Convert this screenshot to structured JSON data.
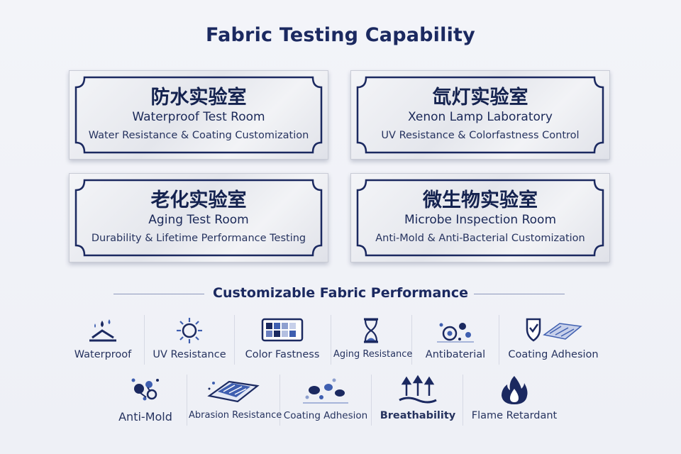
{
  "title": "Fabric Testing Capability",
  "labs": [
    {
      "cn": "防水实验室",
      "en": "Waterproof Test Room",
      "desc": "Water Resistance & Coating Customization"
    },
    {
      "cn": "氙灯实验室",
      "en": "Xenon Lamp Laboratory",
      "desc": "UV Resistance & Colorfastness Control"
    },
    {
      "cn": "老化实验室",
      "en": "Aging Test Room",
      "desc": "Durability & Lifetime Performance Testing"
    },
    {
      "cn": "微生物实验室",
      "en": "Microbe Inspection Room",
      "desc": "Anti-Mold & Anti-Bacterial Customization"
    }
  ],
  "section_title": "Customizable Fabric Performance",
  "features_row1": [
    {
      "label": "Waterproof",
      "icon": "water-splash-icon"
    },
    {
      "label": "UV Resistance",
      "icon": "sun-icon"
    },
    {
      "label": "Color Fastness",
      "icon": "color-swatch-icon"
    },
    {
      "label": "Aging Resistance",
      "icon": "hourglass-icon"
    },
    {
      "label": "Antibaterial",
      "icon": "bacteria-icon"
    },
    {
      "label": "Coating Adhesion",
      "icon": "shield-fabric-icon"
    }
  ],
  "features_row2": [
    {
      "label": "Anti-Mold",
      "icon": "mold-spores-icon"
    },
    {
      "label": "Abrasion Resistance",
      "icon": "abrasion-pad-icon"
    },
    {
      "label": "Coating Adhesion",
      "icon": "coating-droplets-icon"
    },
    {
      "label": "Breathability",
      "icon": "airflow-arrows-icon"
    },
    {
      "label": "Flame Retardant",
      "icon": "flame-icon"
    }
  ],
  "colors": {
    "navy": "#1b2960",
    "plaque": "#e9eaef",
    "background": "#f0f2f7"
  }
}
